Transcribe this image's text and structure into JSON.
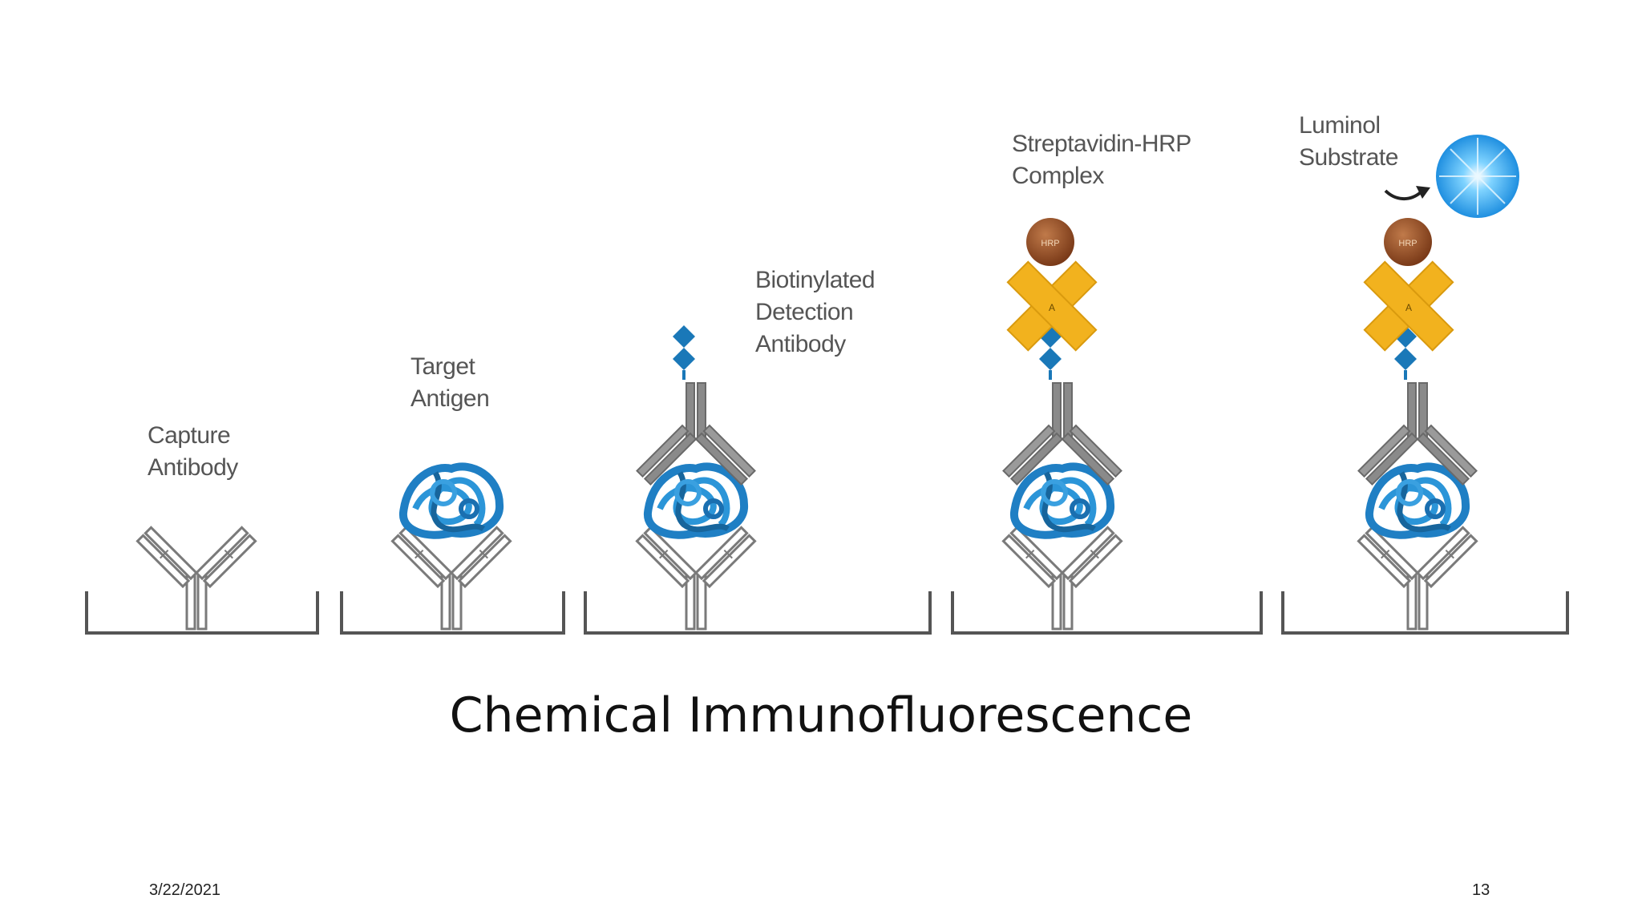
{
  "slide": {
    "title": "Chemical Immunofluorescence",
    "date": "3/22/2021",
    "page_number": "13"
  },
  "labels": {
    "capture": [
      "Capture",
      "Antibody"
    ],
    "antigen": [
      "Target",
      "Antigen"
    ],
    "biotin": [
      "Biotinylated",
      "Detection",
      "Antibody"
    ],
    "strep": [
      "Streptavidin-HRP",
      "Complex"
    ],
    "luminol": [
      "Luminol",
      "Substrate"
    ]
  },
  "glyphs": {
    "hrp": "HRP",
    "strep_center": "A"
  },
  "colors": {
    "antibody_gray": "#7a7a7a",
    "antigen_blue": "#1f7fc4",
    "biotin_blue": "#1a78b8",
    "streptavidin_yellow": "#f2b21e",
    "hrp_brown": "#8b4a22",
    "luminol_glow": "#2aa6f0",
    "well_line": "#555555"
  }
}
